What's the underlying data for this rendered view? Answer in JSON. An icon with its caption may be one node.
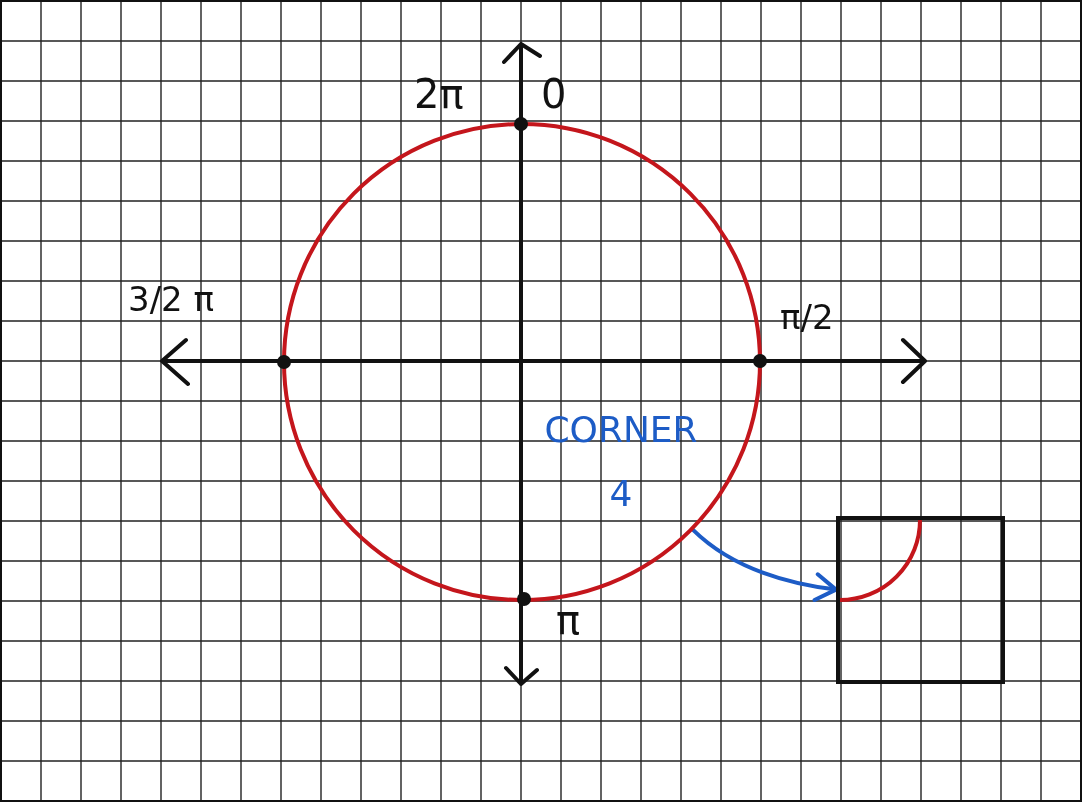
{
  "diagram": {
    "nodes": [
      {
        "text": [],
        "shape": "circle"
      },
      {
        "text": [],
        "shape": "box"
      }
    ],
    "edges": [
      {
        "from": 0,
        "to": 1,
        "arrow": "to",
        "color": "#1d5cc6"
      }
    ],
    "labels": [
      "2π",
      "0",
      "3/2 π",
      "π/2",
      "CORNER 4",
      "π"
    ]
  }
}
